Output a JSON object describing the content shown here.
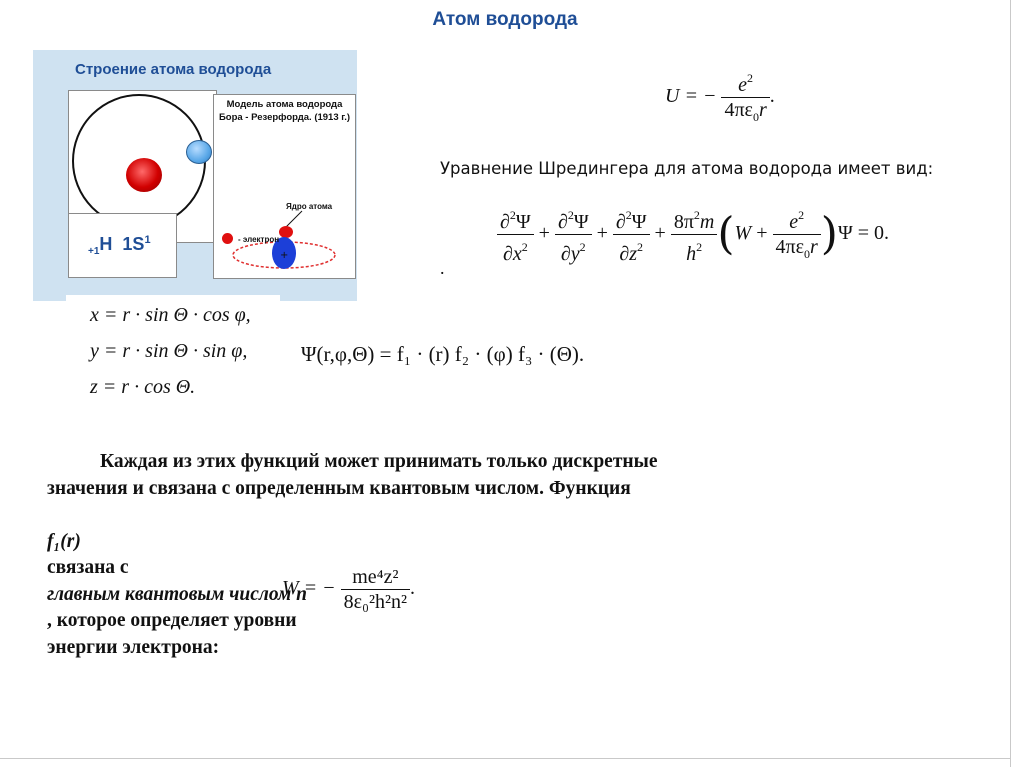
{
  "slide": {
    "title": "Атом водорода"
  },
  "illustration": {
    "heading": "Строение атома водорода",
    "formula_prefix": "+1",
    "formula_element": "H",
    "formula_orbital": "1S",
    "formula_sup": "1",
    "bohr_title": "Модель атома водорода Бора - Резерфорда. (1913 г.)",
    "nucleus_label": "Ядро атома",
    "electron_label": "- электрон"
  },
  "equations": {
    "potential": {
      "lhs": "U = −",
      "num": "e",
      "num_sup": "2",
      "den": "4πε",
      "den_sub": "0",
      "den_tail": "r",
      "end": "."
    },
    "schrodinger_intro": "Уравнение Шредингера для атома водорода имеет вид:",
    "coords": [
      "x = r · sin Θ · cos φ,",
      "y = r · sin Θ · sin φ,",
      "z = r · cos Θ."
    ],
    "separation": "Ψ(r,φ,Θ) = f₁ · (r) f₂ · (φ) f₃ · (Θ).",
    "energy": {
      "lhs": "W = −",
      "num": "me⁴z²",
      "den": "8ε₀²h²n²",
      "end": "."
    }
  },
  "paragraph": {
    "line1": "Каждая из этих функций может принимать только дискретные",
    "line2a": "значения и связана с определенным квантовым числом. Функция",
    "line2b": "f₁(r)",
    "line3a": "связана с",
    "line3b": "главным квантовым числом n",
    "line3c": ", которое определяет уровни",
    "line4": "энергии электрона:"
  }
}
